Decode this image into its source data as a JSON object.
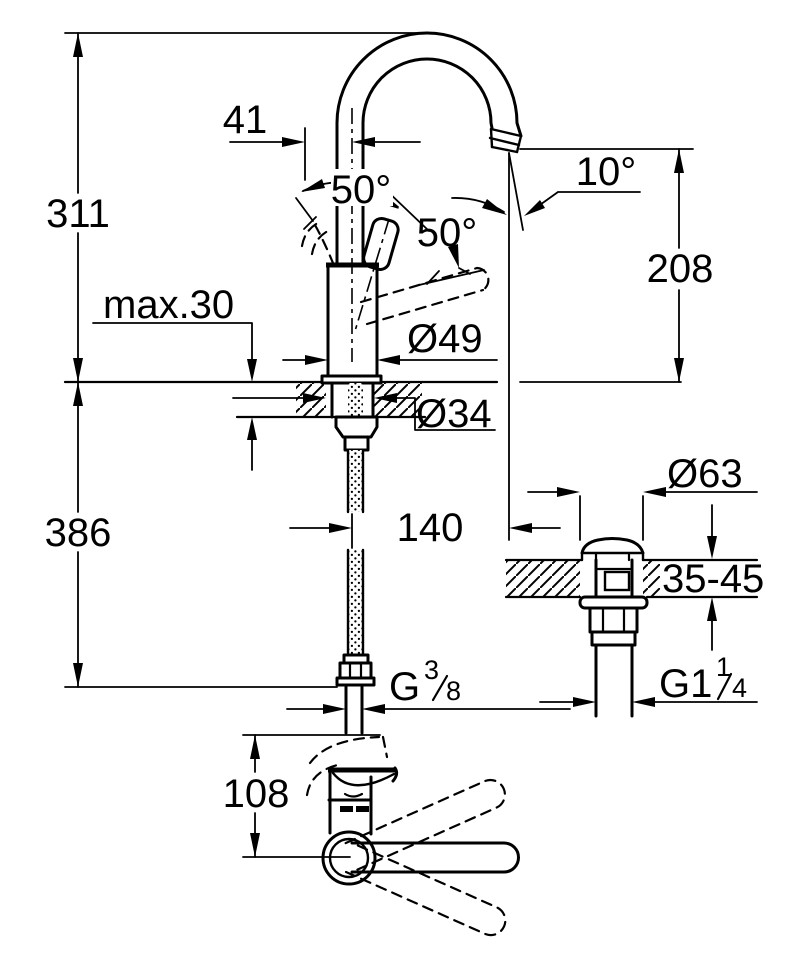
{
  "views": {
    "side_view": {
      "overall_height": "311",
      "aerator_offset": "41",
      "swivel_angle_left": "50°",
      "swivel_angle_right": "50°",
      "spout_angle": "10°",
      "spout_outlet_height": "208",
      "max_mounting_thickness": "max.30",
      "body_diameter": "Ø49",
      "mounting_hole_diameter": "Ø34",
      "below_deck_length": "386",
      "spout_reach": "140",
      "supply_thread": {
        "base": "G",
        "sup": "3",
        "sub": "8"
      }
    },
    "waste_view": {
      "flange_diameter": "Ø63",
      "mounting_depth_range": "35-45",
      "thread": {
        "base": "G1",
        "sup": "1",
        "sub": "4"
      }
    },
    "top_view": {
      "lever_height": "108"
    }
  },
  "colors": {
    "ink": "#000000",
    "paper": "#ffffff"
  }
}
